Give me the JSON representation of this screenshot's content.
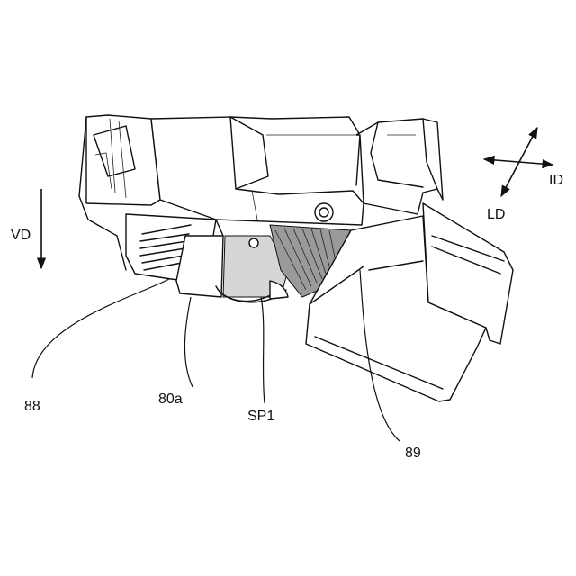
{
  "labels": {
    "vd": "VD",
    "id": "ID",
    "ld": "LD",
    "ref_88": "88",
    "ref_80a": "80a",
    "ref_sp1": "SP1",
    "ref_89": "89"
  },
  "colors": {
    "line": "#111111",
    "shade": "#d6d6d6",
    "dark": "#9a9a9a"
  }
}
